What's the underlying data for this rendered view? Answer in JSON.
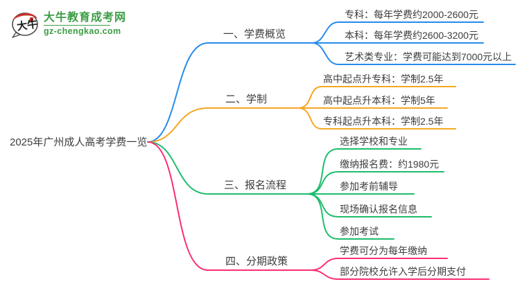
{
  "logo": {
    "title": "大牛教育成考网",
    "domain": "gz-chengkao.com",
    "icon_text": "大牛"
  },
  "root": "2025年广州成人高考学费一览",
  "branches": [
    {
      "label": "一、学费概览",
      "color": "#268BEA",
      "children": [
        "专科：每年学费约2000-2600元",
        "本科：每年学费约2600-3200元",
        "艺术类专业：学费可能达到7000元以上"
      ]
    },
    {
      "label": "二、学制",
      "color": "#F5A623",
      "children": [
        "高中起点升专科：学制2.5年",
        "高中起点升本科：学制5年",
        "专科起点升本科：学制2.5年"
      ]
    },
    {
      "label": "三、报名流程",
      "color": "#1FBC6C",
      "children": [
        "选择学校和专业",
        "缴纳报名费：约1980元",
        "参加考前辅导",
        "现场确认报名信息",
        "参加考试"
      ]
    },
    {
      "label": "四、分期政策",
      "color": "#FB2E74",
      "children": [
        "学费可分为每年缴纳",
        "部分院校允许入学后分期支付"
      ]
    }
  ],
  "colors": {
    "branch_blue": "#268BEA",
    "branch_orange": "#F5A623",
    "branch_green": "#1FBC6C",
    "branch_pink": "#FB2E74",
    "logo_green": "#3C9C44",
    "logo_red": "#C5342B",
    "text": "#3D3D3D",
    "background": "#FFFFFF"
  }
}
